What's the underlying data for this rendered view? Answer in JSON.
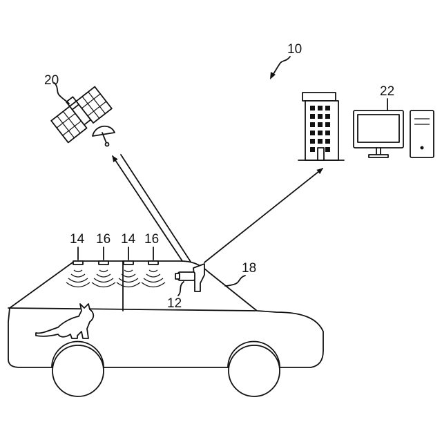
{
  "figure": {
    "labels": {
      "system": "10",
      "camera": "12",
      "sensor_a": "14",
      "sensor_b": "16",
      "sensor_c": "14",
      "sensor_d": "16",
      "vehicle": "18",
      "satellite": "20",
      "server": "22"
    },
    "icons": [
      "satellite-icon",
      "satellite-dish-icon",
      "building-icon",
      "monitor-icon",
      "computer-tower-icon",
      "camera-icon",
      "cat-icon",
      "car-icon",
      "wave-icon"
    ]
  }
}
